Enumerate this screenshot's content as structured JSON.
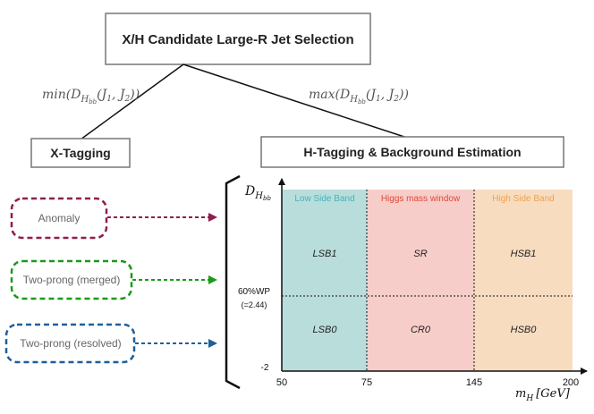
{
  "top_box": {
    "label": "X/H Candidate Large-R Jet Selection"
  },
  "branches": {
    "left": {
      "pre": "min(D",
      "sub": "H",
      "subsub": "bb",
      "post": "(J",
      "j1": "1",
      "mid": ", J",
      "j2": "2",
      "end": "))"
    },
    "right": {
      "pre": "max(D",
      "sub": "H",
      "subsub": "bb",
      "post": "(J",
      "j1": "1",
      "mid": ", J",
      "j2": "2",
      "end": "))"
    }
  },
  "x_tagging": {
    "label": "X-Tagging"
  },
  "h_tagging": {
    "label": "H-Tagging & Background Estimation"
  },
  "signals": [
    {
      "label": "Anomaly",
      "color": "#8f1d4e"
    },
    {
      "label": "Two-prong (merged)",
      "color": "#1a9a1a"
    },
    {
      "label": "Two-prong (resolved)",
      "color": "#1f5f9a"
    }
  ],
  "plane": {
    "y_axis": {
      "label_main": "D",
      "label_sub": "H",
      "label_subsub": "bb"
    },
    "x_axis": {
      "label_main": "m",
      "label_sub": "H",
      "label_unit": "[GeV]"
    },
    "x_ticks": [
      "50",
      "75",
      "145",
      "200"
    ],
    "y_ticks": {
      "wp": "60%WP",
      "wp_value": "(=2.44)",
      "min": "-2"
    },
    "bands": [
      {
        "label": "Low Side Band",
        "color": "#b9dddb",
        "text_color": "#45b3bb"
      },
      {
        "label": "Higgs mass window",
        "color": "#f7cdc9",
        "text_color": "#e0483a"
      },
      {
        "label": "High Side Band",
        "color": "#f7dcc0",
        "text_color": "#f0a24f"
      }
    ],
    "regions_top": [
      "LSB1",
      "SR",
      "HSB1"
    ],
    "regions_bottom": [
      "LSB0",
      "CR0",
      "HSB0"
    ]
  }
}
